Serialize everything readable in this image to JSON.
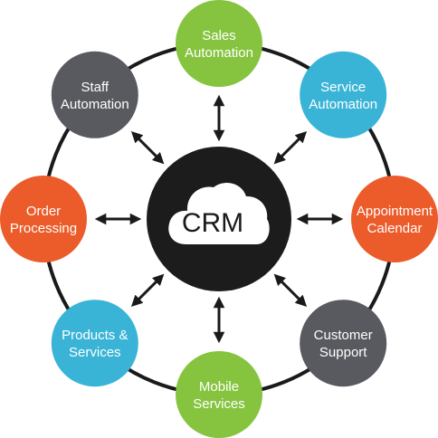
{
  "center": {
    "label": "CRM",
    "color": "#1c1c1c",
    "icon": "cloud-icon"
  },
  "ring_color": "#1a1a1a",
  "arrow_color": "#1a1a1a",
  "nodes": [
    {
      "id": "sales-automation",
      "lines": [
        "Sales",
        "Automation"
      ],
      "color": "#86c440"
    },
    {
      "id": "service-automation",
      "lines": [
        "Service",
        "Automation"
      ],
      "color": "#3ab4d6"
    },
    {
      "id": "appointment-calendar",
      "lines": [
        "Appointment",
        "Calendar"
      ],
      "color": "#ec5b2a"
    },
    {
      "id": "customer-support",
      "lines": [
        "Customer",
        "Support"
      ],
      "color": "#585a5f"
    },
    {
      "id": "mobile-services",
      "lines": [
        "Mobile",
        "Services"
      ],
      "color": "#86c440"
    },
    {
      "id": "products-services",
      "lines": [
        "Products &",
        "Services"
      ],
      "color": "#3ab4d6"
    },
    {
      "id": "order-processing",
      "lines": [
        "Order",
        "Processing"
      ],
      "color": "#ec5b2a"
    },
    {
      "id": "staff-automation",
      "lines": [
        "Staff",
        "Automation"
      ],
      "color": "#585a5f"
    }
  ]
}
